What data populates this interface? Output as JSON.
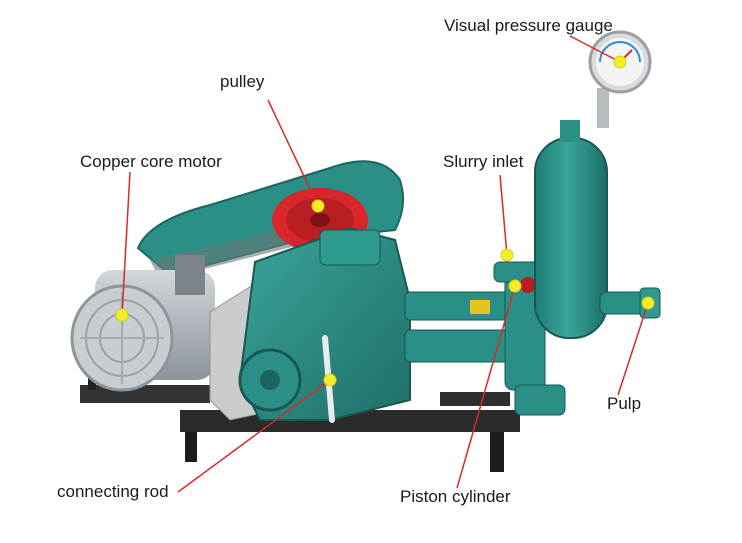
{
  "labels": {
    "visual_pressure_gauge": "Visual pressure gauge",
    "pulley": "pulley",
    "copper_core_motor": "Copper core motor",
    "slurry_inlet": "Slurry inlet",
    "pulp": "Pulp",
    "connecting_rod": "connecting rod",
    "piston_cylinder": "Piston cylinder"
  },
  "colors": {
    "pump_body": "#2a8f86",
    "pump_dark": "#1f6f68",
    "motor": "#b9bec4",
    "pulley": "#d8262b",
    "leader_line": "#d62b2b",
    "marker": "#f4ee2a",
    "frame": "#2b2b2b"
  }
}
